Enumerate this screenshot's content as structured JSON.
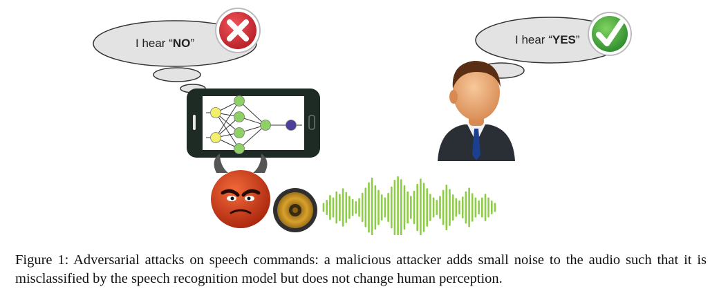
{
  "figure": {
    "left_bubble": {
      "prefix": "I hear “",
      "word": "NO",
      "suffix": "”"
    },
    "right_bubble": {
      "prefix": "I hear “",
      "word": "YES",
      "suffix": "”"
    },
    "colors": {
      "bubble_fill": "#e3e3e3",
      "reject_badge": "#d8323a",
      "accept_badge": "#3aa13a",
      "waveform": "#8ccd45",
      "devil": "#d43c17",
      "phone_body": "#1e2a24"
    },
    "icons": [
      "cross-icon",
      "check-icon",
      "phone-icon",
      "neural-network-icon",
      "person-icon",
      "devil-icon",
      "speaker-icon",
      "waveform-icon"
    ],
    "waveform": [
      0.12,
      0.22,
      0.38,
      0.3,
      0.5,
      0.42,
      0.6,
      0.48,
      0.35,
      0.25,
      0.18,
      0.28,
      0.45,
      0.62,
      0.8,
      0.95,
      0.7,
      0.55,
      0.4,
      0.3,
      0.45,
      0.66,
      0.88,
      1.0,
      0.9,
      0.7,
      0.5,
      0.35,
      0.52,
      0.75,
      0.92,
      0.78,
      0.6,
      0.42,
      0.3,
      0.22,
      0.35,
      0.55,
      0.72,
      0.58,
      0.4,
      0.28,
      0.2,
      0.33,
      0.5,
      0.62,
      0.44,
      0.3,
      0.2,
      0.3,
      0.42,
      0.3,
      0.2,
      0.12
    ]
  },
  "caption": {
    "label": "Figure 1:",
    "text": "Adversarial attacks on speech commands: a malicious attacker adds small noise to the audio such that it is misclassified by the speech recognition model but does not change human perception."
  }
}
